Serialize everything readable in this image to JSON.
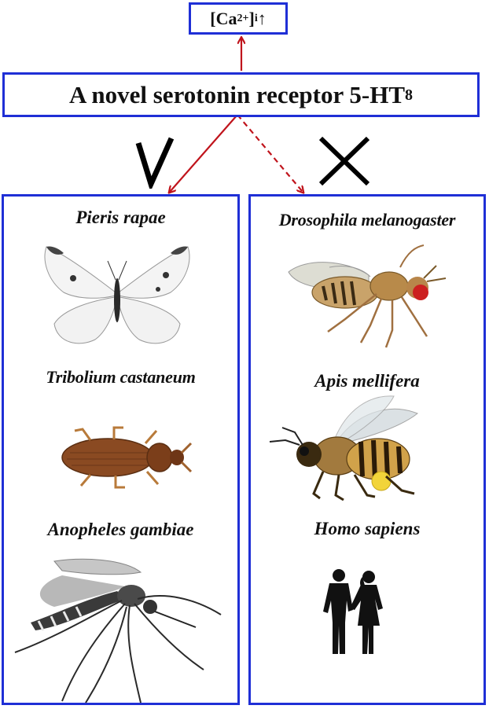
{
  "calcium_label": {
    "base": "[Ca",
    "sup": "2+",
    "mid": "]",
    "sub": "i",
    "arrow": "↑"
  },
  "receptor_title": {
    "text": "A novel serotonin receptor 5-HT",
    "subscript": "8"
  },
  "verdict": {
    "check_symbol": "√",
    "cross_symbol": "✕"
  },
  "left_column": {
    "species": [
      "Pieris rapae",
      "Tribolium castaneum",
      "Anopheles gambiae"
    ],
    "icons": [
      "butterfly-icon",
      "beetle-icon",
      "mosquito-icon"
    ]
  },
  "right_column": {
    "species": [
      "Drosophila melanogaster",
      "Apis mellifera",
      "Homo sapiens"
    ],
    "icons": [
      "fruit-fly-icon",
      "honeybee-icon",
      "human-couple-icon"
    ]
  },
  "colors": {
    "box_border": "#1f2fd6",
    "arrow": "#c0141c",
    "text": "#111111"
  }
}
